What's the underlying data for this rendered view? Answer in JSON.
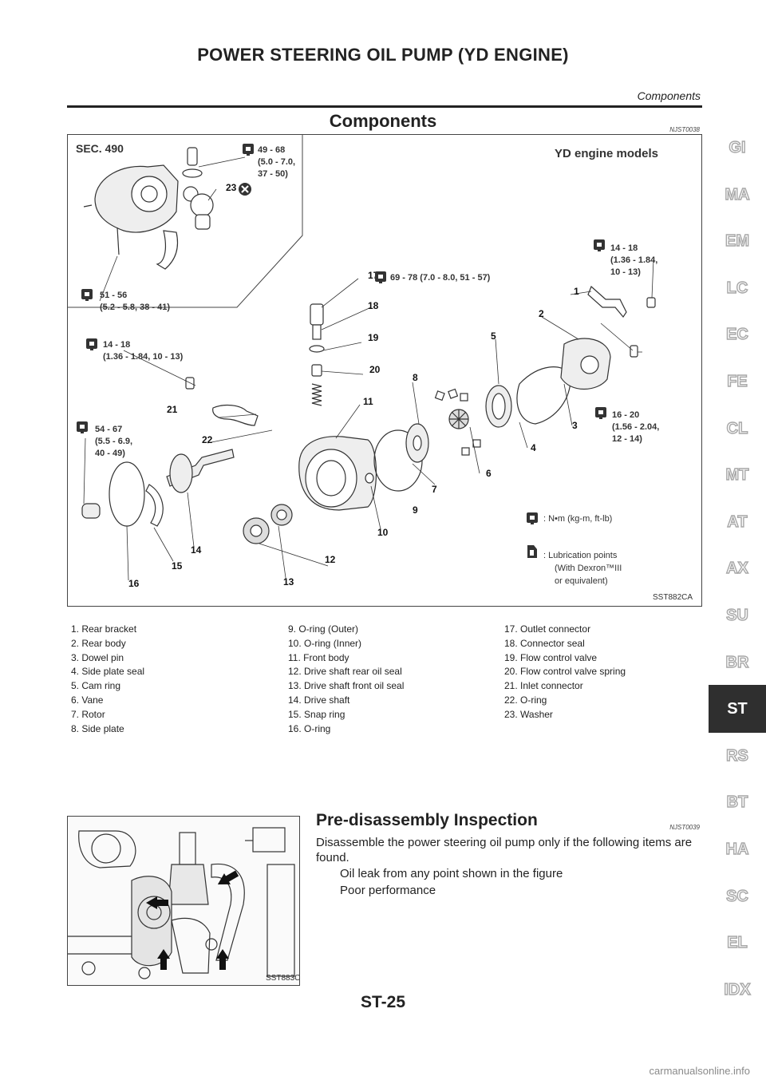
{
  "header": {
    "title": "POWER STEERING OIL PUMP (YD ENGINE)",
    "subtitle": "Components"
  },
  "section1": {
    "title": "Components",
    "ref": "NJST0038"
  },
  "figure1": {
    "sec": "SEC. 490",
    "model": "YD engine models",
    "code": "SST882CA",
    "torque": {
      "t1": [
        "49 - 68",
        "(5.0 - 7.0,",
        "37 - 50)"
      ],
      "t2": [
        "51 - 56",
        "(5.2 - 5.8, 38 - 41)"
      ],
      "t3": "69 - 78 (7.0 - 8.0, 51 - 57)",
      "t4": [
        "14 - 18",
        "(1.36 - 1.84,",
        "10 - 13)"
      ],
      "t5": [
        "14 - 18",
        "(1.36 - 1.84, 10 - 13)"
      ],
      "t6": [
        "54 - 67",
        "(5.5 - 6.9,",
        "40 - 49)"
      ],
      "t7": [
        "16 - 20",
        "(1.56 - 2.04,",
        "12 - 14)"
      ]
    },
    "legend": {
      "torque": ": N•m (kg-m, ft-lb)",
      "lube": [
        ": Lubrication points",
        "(With Dexron™III",
        "or equivalent)"
      ]
    },
    "callouts": [
      "1",
      "2",
      "3",
      "4",
      "5",
      "6",
      "7",
      "8",
      "9",
      "10",
      "11",
      "12",
      "13",
      "14",
      "15",
      "16",
      "17",
      "18",
      "19",
      "20",
      "21",
      "22",
      "23"
    ]
  },
  "parts": {
    "col1": [
      "1. Rear bracket",
      "2. Rear body",
      "3. Dowel pin",
      "4. Side plate seal",
      "5. Cam ring",
      "6. Vane",
      "7. Rotor",
      "8. Side plate"
    ],
    "col2": [
      "9. O-ring (Outer)",
      "10. O-ring (Inner)",
      "11. Front body",
      "12. Drive shaft rear oil seal",
      "13. Drive shaft front oil seal",
      "14. Drive shaft",
      "15. Snap ring",
      "16. O-ring"
    ],
    "col3": [
      "17. Outlet connector",
      "18. Connector seal",
      "19. Flow control valve",
      "20. Flow control valve spring",
      "21. Inlet connector",
      "22. O-ring",
      "23. Washer"
    ]
  },
  "figure2": {
    "code": "SST883C"
  },
  "section2": {
    "title": "Pre-disassembly Inspection",
    "ref": "NJST0039",
    "body": "Disassemble the power steering oil pump only if the following items are found.",
    "bullets": [
      "Oil leak from any point shown in the figure",
      "Poor performance"
    ]
  },
  "page_number": "ST-25",
  "tabs": [
    "GI",
    "MA",
    "EM",
    "LC",
    "EC",
    "FE",
    "CL",
    "MT",
    "AT",
    "AX",
    "SU",
    "BR",
    "ST",
    "RS",
    "BT",
    "HA",
    "SC",
    "EL",
    "IDX"
  ],
  "active_tab": "ST",
  "watermark": "carmanualsonline.info"
}
